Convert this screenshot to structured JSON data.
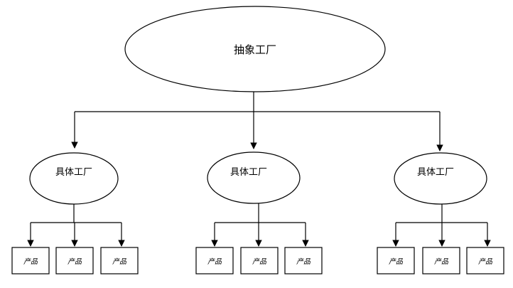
{
  "diagram": {
    "root": {
      "label": "抽象工厂"
    },
    "factories": [
      {
        "label": "具体工厂",
        "products": [
          "产品",
          "产品",
          "产品"
        ]
      },
      {
        "label": "具体工厂",
        "products": [
          "产品",
          "产品",
          "产品"
        ]
      },
      {
        "label": "具体工厂",
        "products": [
          "产品",
          "产品",
          "产品"
        ]
      }
    ]
  }
}
